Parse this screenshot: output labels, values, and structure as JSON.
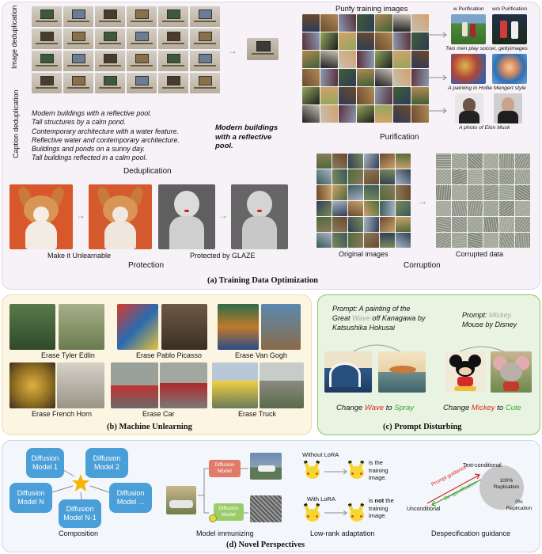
{
  "panel_a": {
    "title": "(a) Training Data Optimization",
    "image_dedup_label": "Image deduplication",
    "caption_dedup_label": "Caption deduplication",
    "captions": [
      "Modern buildings with a reflective pool.",
      "Tall structures by a calm pond.",
      "Contemporary architecture with a water feature.",
      "Reflective water and contemporary architecture.",
      "Buildings and ponds on a sunny day.",
      "Tall buildings reflected in a calm pool."
    ],
    "dedup_result": "Modern buildings with a reflective pool.",
    "dedup_title": "Deduplication",
    "purify_header": "Purify training images",
    "w_purification": "w Purification",
    "wo_purification": "w/o Purification",
    "purify_captions": [
      "Two men play soccer, gettyimages",
      "A painting in Hollie Mengert style",
      "A photo of Elon Musk"
    ],
    "purification_title": "Purification",
    "make_unlearnable": "Make it Unlearnable",
    "protected_glaze": "Protected by GLAZE",
    "protection_title": "Protection",
    "original_images": "Original images",
    "corrupted_data": "Corrupted data",
    "corruption_title": "Corruption"
  },
  "panel_b": {
    "title": "(b) Machine Unlearning",
    "items": [
      "Erase Tyler Edlin",
      "Erase Pablo Picasso",
      "Erase Van Gogh",
      "Erase French Horn",
      "Erase Car",
      "Erase Truck"
    ]
  },
  "panel_c": {
    "title": "(c) Prompt Disturbing",
    "prompt1": "Prompt: A painting of the Great Wave off Kanagawa by Katsushika Hokusai",
    "prompt1_parts": [
      "Prompt: A painting of the",
      "Great",
      "Wave",
      "off Kanagawa by",
      "Katsushika Hokusai"
    ],
    "prompt2_parts": [
      "Prompt:",
      "Mickey",
      "Mouse by Disney"
    ],
    "change1": [
      "Change",
      "Wave",
      "to",
      "Spray"
    ],
    "change2": [
      "Change",
      "Mickey",
      "to",
      "Cute"
    ],
    "colors": {
      "red": "#d9261c",
      "green": "#3aa335",
      "gray": "#a8a8a8"
    }
  },
  "panel_d": {
    "title": "(d) Novel Perspectives",
    "models": [
      "Diffusion Model 1",
      "Diffusion Model 2",
      "Diffusion Model N",
      "Diffusion Model N-1",
      "Diffusion Model ..."
    ],
    "composition": "Composition",
    "diffusion_model": "Diffusion Model",
    "model_immunizing": "Model immunizing",
    "without_lora": "Without LoRA",
    "with_lora": "With LoRA",
    "is_the": "is the training image.",
    "is_not_prefix": "is",
    "is_not_bold": "not",
    "is_not_suffix": "the training image.",
    "low_rank": "Low-rank adaptation",
    "text_conditional": "Text-conditional",
    "replication_100": "100% Replication",
    "replication_0": "0% Replication",
    "unconditional": "Unconditional",
    "prompt_guidance": "Prompt guidance",
    "de_specification": "De-specification",
    "despec_title": "Despecification guidance"
  }
}
